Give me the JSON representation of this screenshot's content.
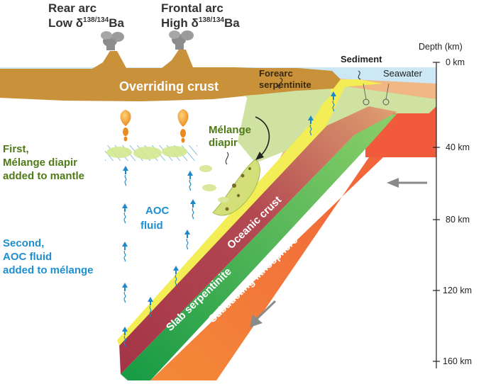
{
  "labels": {
    "rear_arc_line1": "Rear arc",
    "rear_arc_line2_prefix": "Low δ",
    "rear_arc_superscript": "138/134",
    "rear_arc_line2_suffix": "Ba",
    "frontal_arc_line1": "Frontal arc",
    "frontal_arc_line2_prefix": "High δ",
    "frontal_arc_superscript": "138/134",
    "frontal_arc_line2_suffix": "Ba",
    "overriding_crust": "Overriding crust",
    "forearc_line1": "Forearc",
    "forearc_line2": "serpentinite",
    "sediment": "Sediment",
    "seawater": "Seawater",
    "melange_diapir_line1": "Mélange",
    "melange_diapir_line2": "diapir",
    "first_line1": "First,",
    "first_line2": "Mélange diapir",
    "first_line3": "added to mantle",
    "aoc_fluid_line1": "AOC",
    "aoc_fluid_line2": "fluid",
    "second_line1": "Second,",
    "second_line2": "AOC fluid",
    "second_line3": "added to mélange",
    "oceanic_crust": "Oceanic crust",
    "slab_serpentinite": "Slab serpentinite",
    "subducting_lithosphere": "Subducting lithosphere"
  },
  "depth_axis": {
    "title": "Depth (km)",
    "ticks": [
      "0 km",
      "40 km",
      "80 km",
      "120 km",
      "160 km"
    ]
  },
  "colors": {
    "seawater": "#cce8f6",
    "overriding_crust": "#c8913a",
    "forearc_serpentinite": "#cfe2a1",
    "sediment": "#f3ee56",
    "oceanic_crust": "#a93a4b",
    "slab_serpentinite": "#1f9e46",
    "subducting_lithosphere": "#f26a3a",
    "mantle_wedge_peach": "#f0b684",
    "green_text": "#4f7a17",
    "blue_text": "#1f8fd0",
    "fluid_icon": "#1e88c8"
  }
}
